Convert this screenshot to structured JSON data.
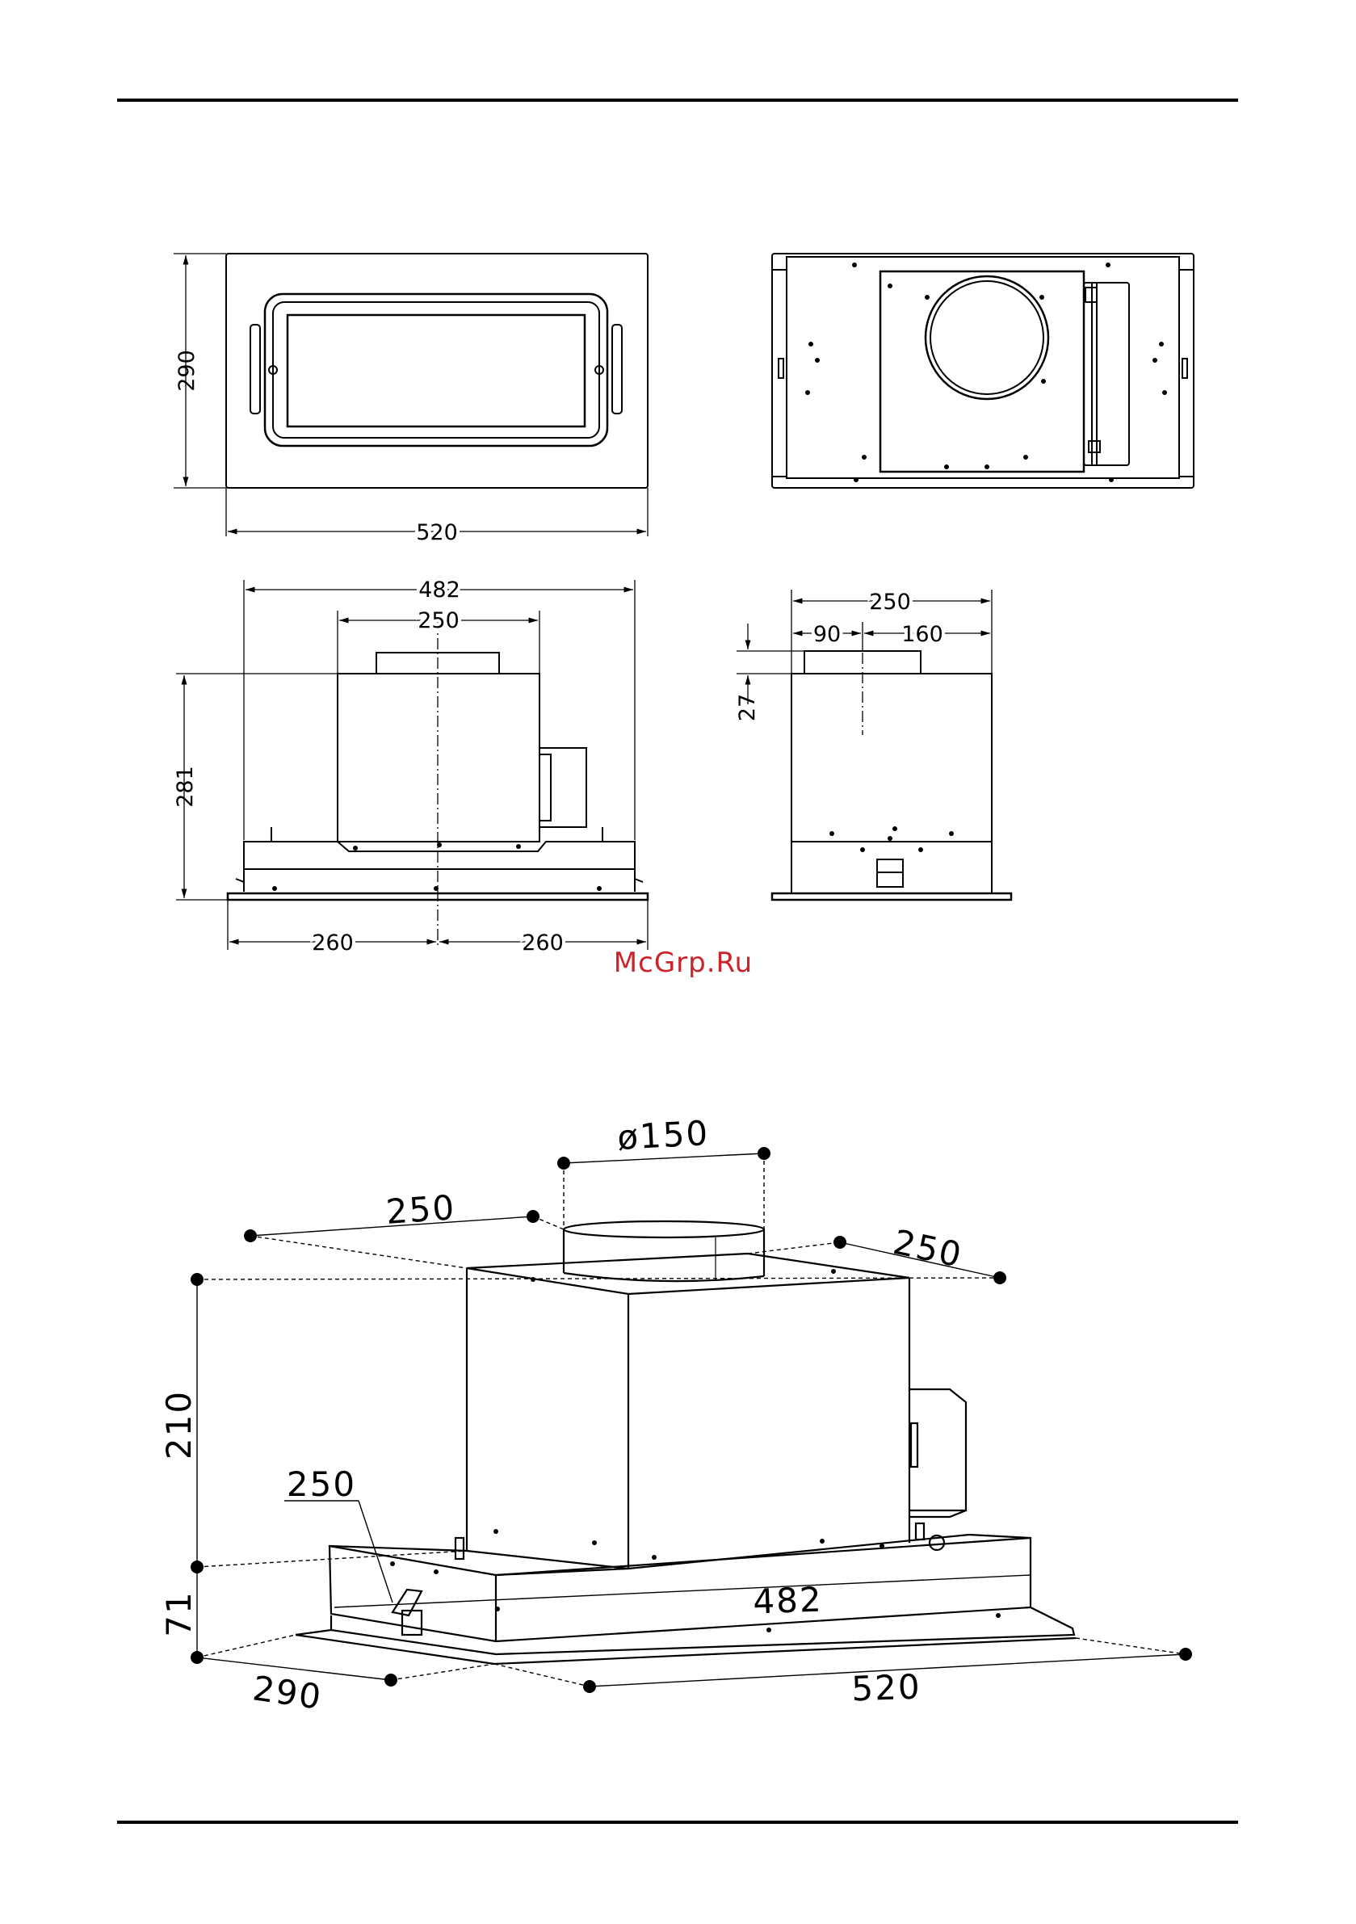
{
  "watermark": "McGrp.Ru",
  "top_view": {
    "height": "290",
    "width": "520"
  },
  "side_view": {
    "width": "482",
    "outlet_width": "250",
    "height": "281",
    "left_half": "260",
    "right_half": "260"
  },
  "end_view": {
    "width": "250",
    "offset_left": "90",
    "offset_right": "160",
    "collar": "27"
  },
  "iso_view": {
    "duct_dia": "ø150",
    "depth_top": "250",
    "width_top": "250",
    "body_height": "210",
    "control_width": "250",
    "frame_height": "71",
    "frame_depth": "290",
    "frame_inner": "482",
    "frame_width": "520"
  },
  "colors": {
    "line": "#000000",
    "watermark": "#cc2229"
  }
}
